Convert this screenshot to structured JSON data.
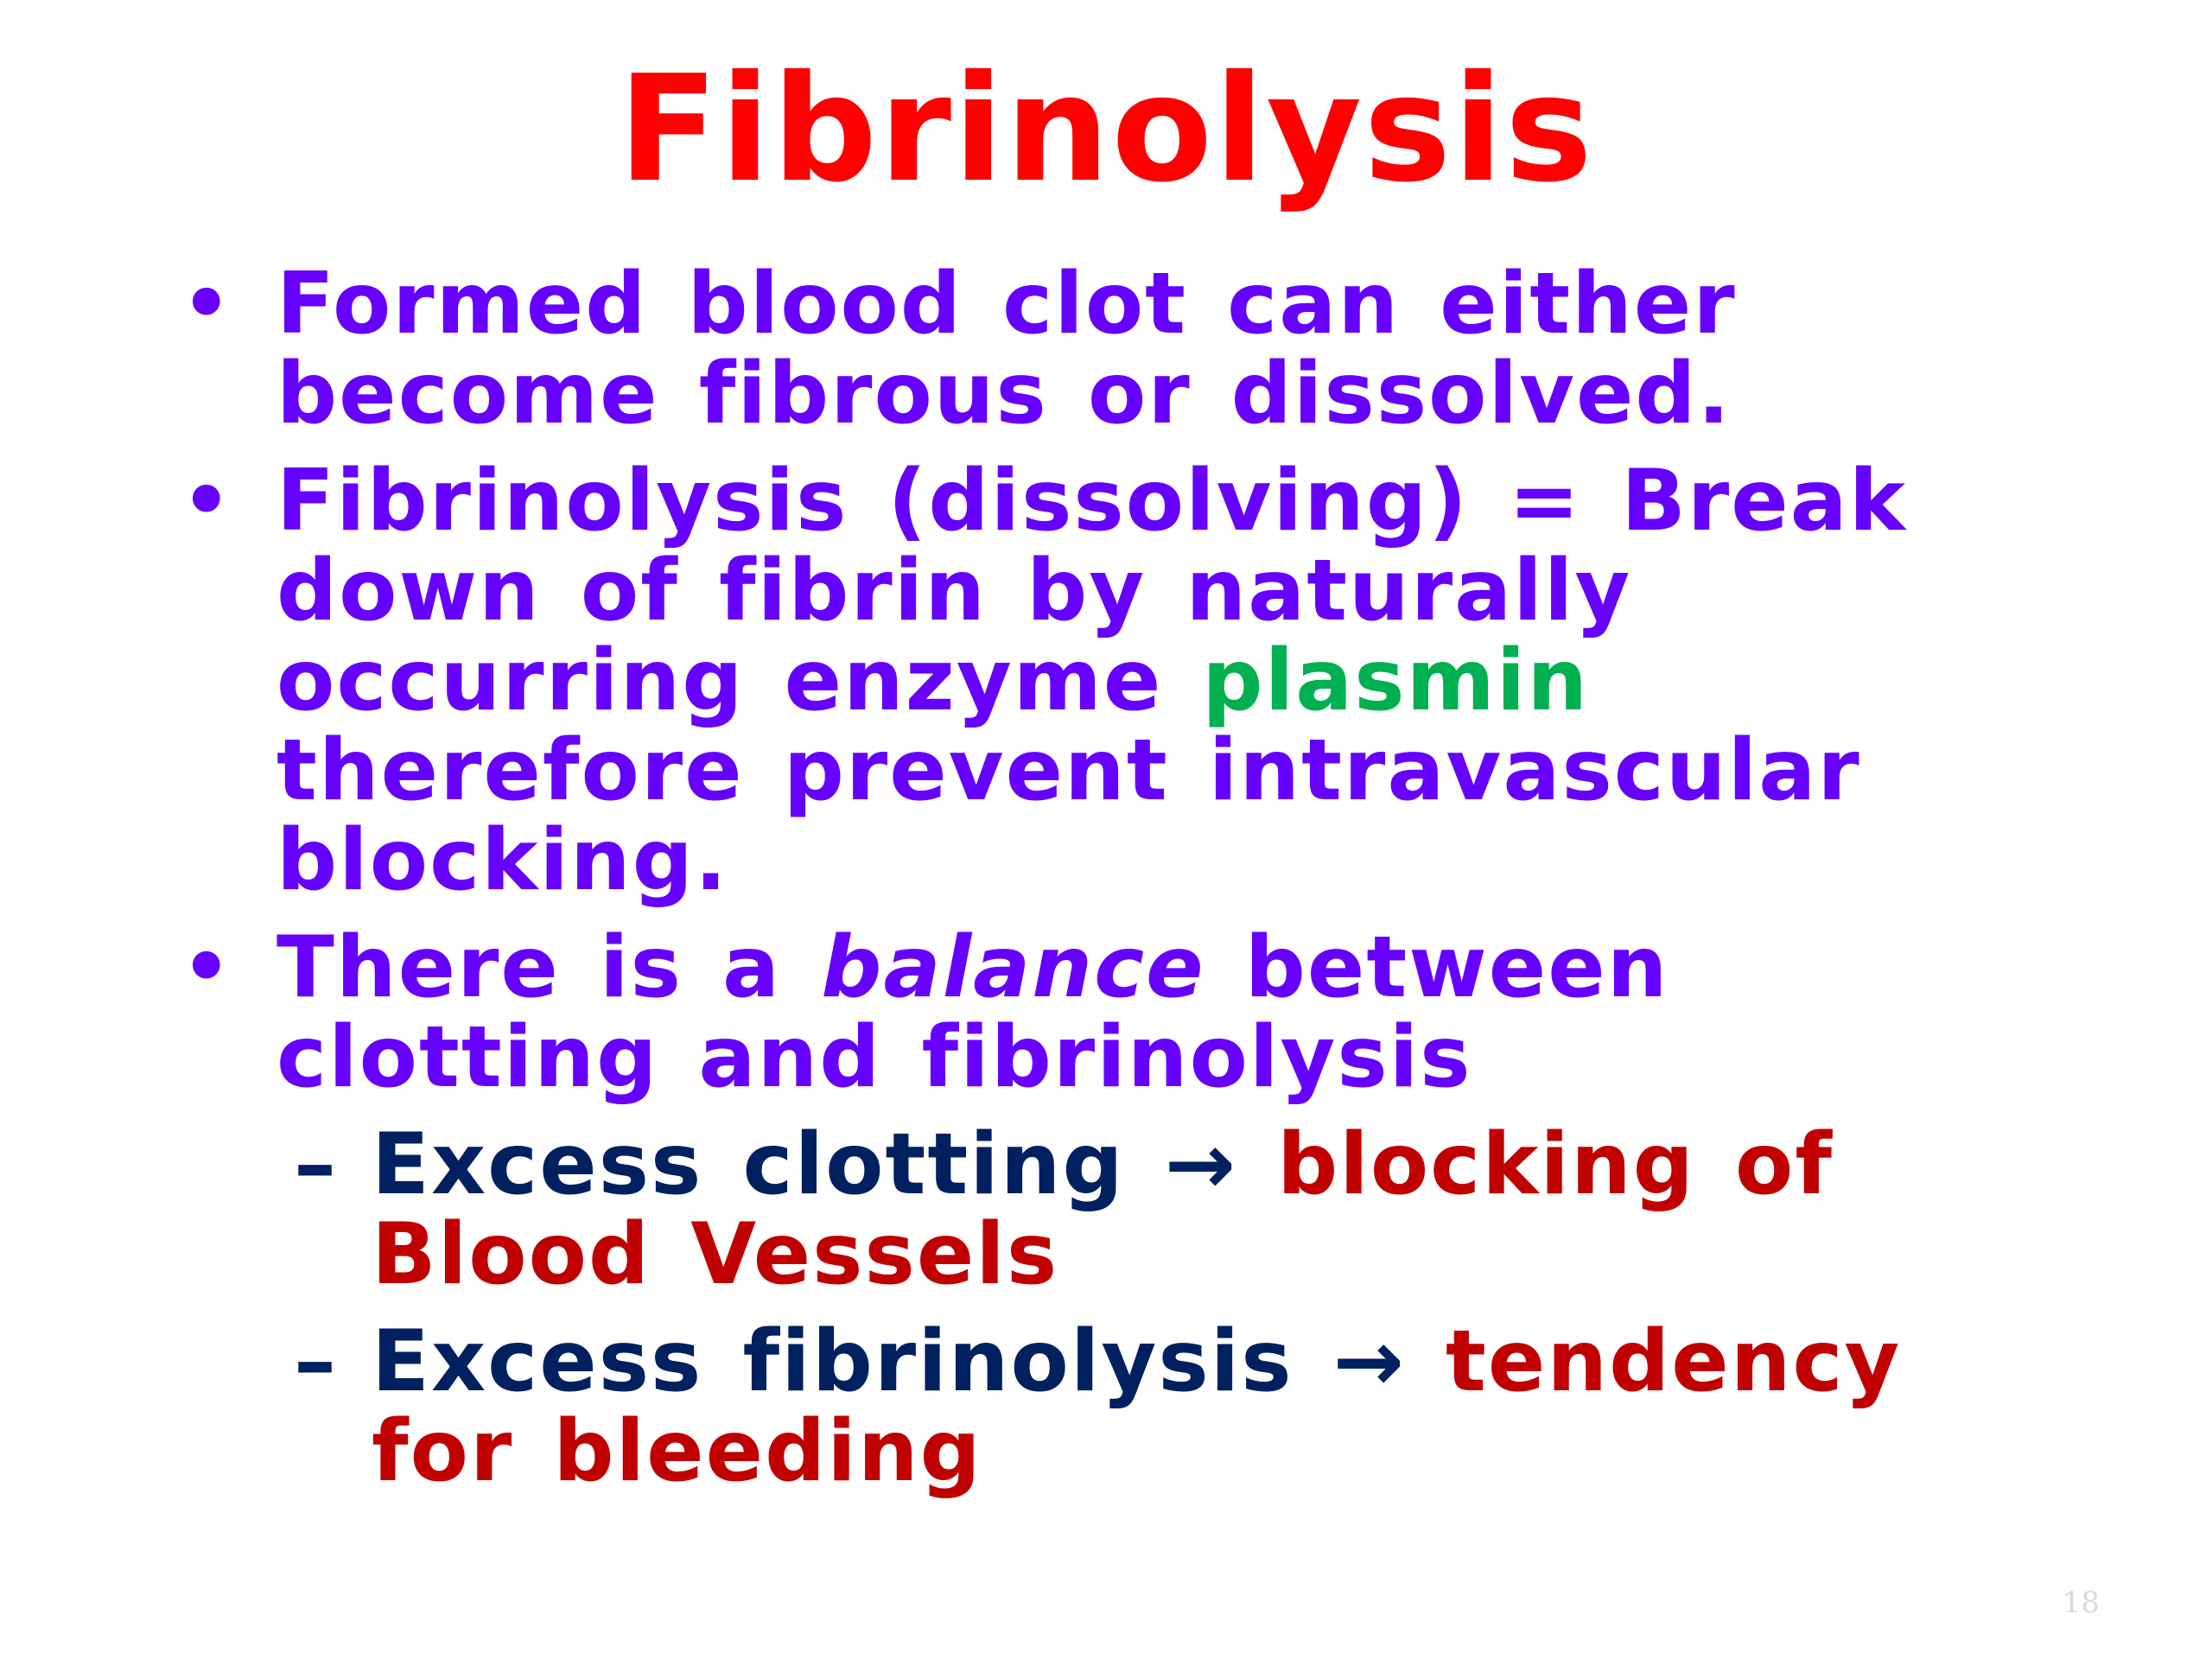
{
  "slide": {
    "title": "Fibrinolysis",
    "bullets": [
      {
        "text": "Formed blood clot can either become fibrous or dissolved."
      },
      {
        "text_before": "Fibrinolysis (dissolving) = Break down of fibrin by naturally occurring enzyme ",
        "highlight": "plasmin",
        "text_after": " therefore prevent intravascular blocking."
      },
      {
        "text_before": "There is a ",
        "italic": "balance",
        "text_after": " between clotting and fibrinolysis"
      }
    ],
    "sub_bullets": [
      {
        "dash": "–",
        "cause": "Excess clotting",
        "arrow": "→",
        "effect": "blocking of Blood Vessels"
      },
      {
        "dash": "–",
        "cause": "Excess fibrinolysis",
        "arrow": "→",
        "effect": "tendency for bleeding"
      }
    ],
    "bullet_symbol": "•",
    "page_number": "18"
  },
  "colors": {
    "title": "#ff0000",
    "bullet_text": "#6600ff",
    "highlight": "#00b050",
    "sub_cause": "#002060",
    "sub_effect": "#c00000",
    "page_number": "#d9d9d9"
  }
}
